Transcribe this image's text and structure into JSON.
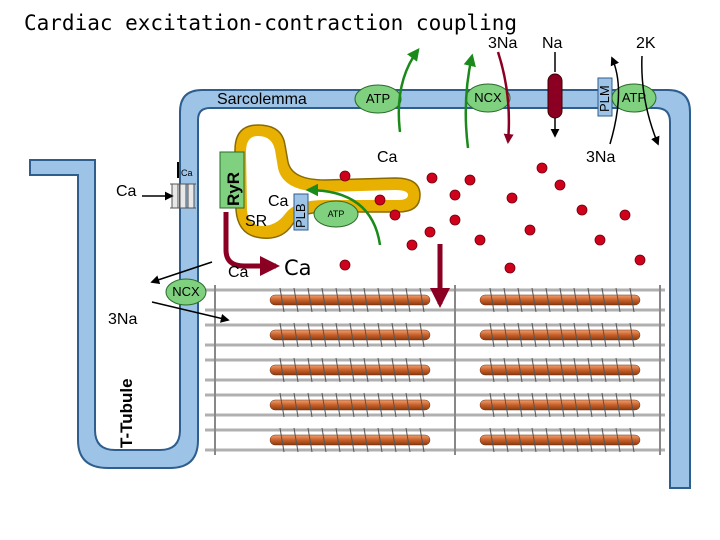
{
  "title": "Cardiac excitation-contraction coupling",
  "labels": {
    "sarcolemma": "Sarcolemma",
    "t_tubule": "T-Tubule",
    "sr": "SR",
    "ryr": "RyR",
    "plb": "PLB",
    "plm": "PLM",
    "ncx_top": "NCX",
    "ncx_left": "NCX",
    "atp_top": "ATP",
    "atp_right": "ATP",
    "atp_sr": "ATP",
    "na_3_top": "3Na",
    "na_top": "Na",
    "k_2": "2K",
    "na_3_right": "3Na",
    "na_3_left": "3Na",
    "ca_top": "Ca",
    "ca_left": "Ca",
    "ca_small": "Ca",
    "ca_sr": "Ca",
    "ca_release": "Ca",
    "ca_cyto": "Ca"
  },
  "colors": {
    "membrane": "#9dc3e6",
    "membrane_edge": "#2e5e8e",
    "sr": "#e8b000",
    "pump": "#7fd07f",
    "ion_dot": "#d0021b",
    "arrow_green": "#1a8a1a",
    "arrow_dark_red": "#8b0022",
    "filament_thick": "#c8602a",
    "filament_thin": "#b0b0b0",
    "plb_box": "#9dc3e6"
  }
}
